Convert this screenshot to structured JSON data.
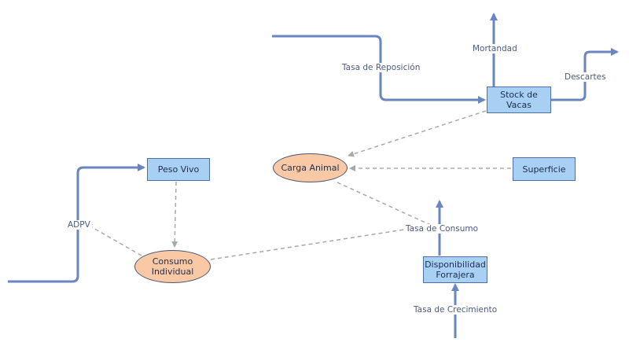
{
  "diagram": {
    "stocks": {
      "stock_vacas": "Stock de\nVacas",
      "peso_vivo": "Peso Vivo",
      "superficie": "Superficie",
      "disponibilidad": "Disponibilidad\nForrajera"
    },
    "auxiliaries": {
      "carga_animal": "Carga Animal",
      "consumo_individual": "Consumo\nIndividual"
    },
    "flows": {
      "tasa_reposicion": "Tasa de Reposición",
      "mortandad": "Mortandad",
      "descartes": "Descartes",
      "tasa_consumo": "Tasa de Consumo",
      "tasa_crecimiento": "Tasa de Crecimiento",
      "adpv": "ADPV"
    },
    "colors": {
      "flow_line": "#6a86c0",
      "info_link": "#a8a8a8",
      "stock_fill": "#a7d0f3",
      "aux_fill": "#f9c9a5"
    }
  }
}
